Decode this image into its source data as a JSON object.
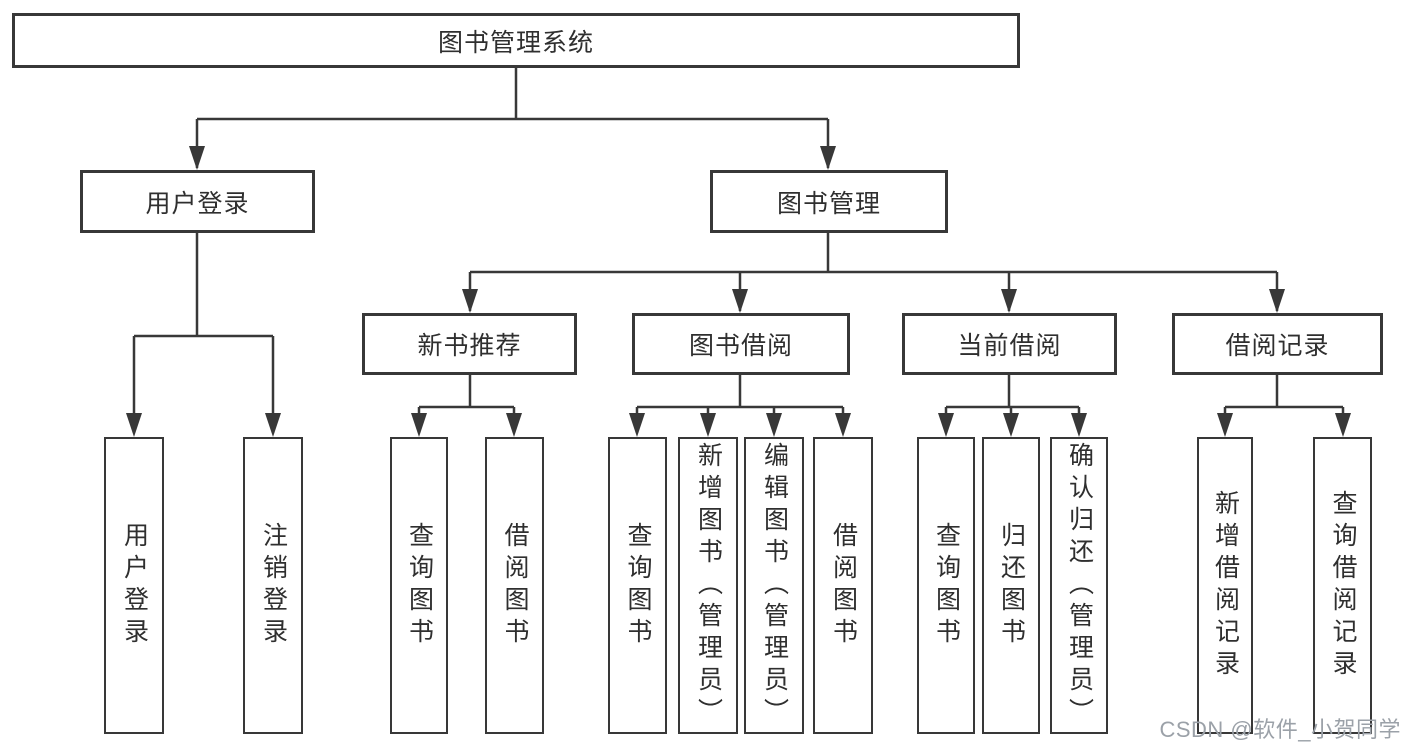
{
  "colors": {
    "background": "#ffffff",
    "line": "#383838",
    "box_border": "#383838",
    "text": "#2f2f2f",
    "watermark_text": "#9ba1a8"
  },
  "diagram": {
    "root": {
      "label": "图书管理系统"
    },
    "branches": {
      "user_login": {
        "label": "用户登录",
        "children": {
          "login": {
            "label": "用户登录"
          },
          "logout": {
            "label": "注销登录"
          }
        }
      },
      "book_management": {
        "label": "图书管理",
        "children": {
          "new_book_recommend": {
            "label": "新书推荐",
            "children": {
              "query_book": {
                "label": "查询图书"
              },
              "borrow_book": {
                "label": "借阅图书"
              }
            }
          },
          "book_borrow": {
            "label": "图书借阅",
            "children": {
              "query_book": {
                "label": "查询图书"
              },
              "add_book": {
                "label": "新增图书（管理员）"
              },
              "edit_book": {
                "label": "编辑图书（管理员）"
              },
              "borrow_book": {
                "label": "借阅图书"
              }
            }
          },
          "current_borrow": {
            "label": "当前借阅",
            "children": {
              "query_book": {
                "label": "查询图书"
              },
              "return_book": {
                "label": "归还图书"
              },
              "confirm_return": {
                "label": "确认归还（管理员）"
              }
            }
          },
          "borrow_record": {
            "label": "借阅记录",
            "children": {
              "add_record": {
                "label": "新增借阅记录"
              },
              "query_record": {
                "label": "查询借阅记录"
              }
            }
          }
        }
      }
    }
  },
  "watermark": {
    "text": "CSDN @软件_小贺同学"
  }
}
